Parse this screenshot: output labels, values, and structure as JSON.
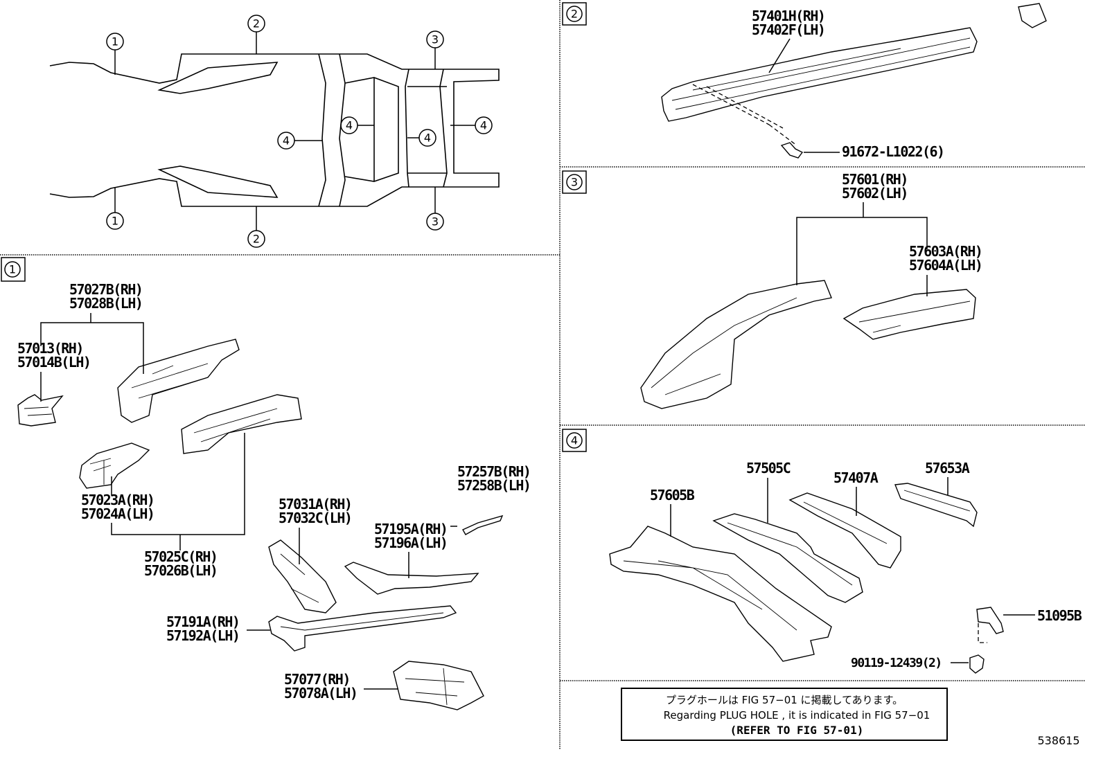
{
  "overview": {
    "callouts": [
      "1",
      "1",
      "2",
      "2",
      "3",
      "3",
      "4",
      "4",
      "4",
      "4"
    ]
  },
  "sections": [
    {
      "number": "1",
      "parts": [
        {
          "lines": [
            "57027B(RH)",
            "57028B(LH)"
          ]
        },
        {
          "lines": [
            "57013(RH)",
            "57014B(LH)"
          ]
        },
        {
          "lines": [
            "57023A(RH)",
            "57024A(LH)"
          ]
        },
        {
          "lines": [
            "57025C(RH)",
            "57026B(LH)"
          ]
        },
        {
          "lines": [
            "57031A(RH)",
            "57032C(LH)"
          ]
        },
        {
          "lines": [
            "57257B(RH)",
            "57258B(LH)"
          ]
        },
        {
          "lines": [
            "57195A(RH)",
            "57196A(LH)"
          ]
        },
        {
          "lines": [
            "57191A(RH)",
            "57192A(LH)"
          ]
        },
        {
          "lines": [
            "57077(RH)",
            "57078A(LH)"
          ]
        }
      ]
    },
    {
      "number": "2",
      "parts": [
        {
          "lines": [
            "57401H(RH)",
            "57402F(LH)"
          ]
        },
        {
          "lines": [
            "91672-L1022(6)"
          ]
        }
      ]
    },
    {
      "number": "3",
      "parts": [
        {
          "lines": [
            "57601(RH)",
            "57602(LH)"
          ]
        },
        {
          "lines": [
            "57603A(RH)",
            "57604A(LH)"
          ]
        }
      ]
    },
    {
      "number": "4",
      "parts": [
        {
          "lines": [
            "57605B"
          ]
        },
        {
          "lines": [
            "57505C"
          ]
        },
        {
          "lines": [
            "57407A"
          ]
        },
        {
          "lines": [
            "57653A"
          ]
        },
        {
          "lines": [
            "51095B"
          ]
        },
        {
          "lines": [
            "90119-12439(2)"
          ]
        }
      ]
    }
  ],
  "note": {
    "japanese": "プラグホールは FIG 57−01 に掲載してあります。",
    "english": "Regarding  PLUG  HOLE , it is indicated in FIG 57−01",
    "refer": "(REFER TO FIG 57-01)"
  },
  "illustration_number": "538615"
}
